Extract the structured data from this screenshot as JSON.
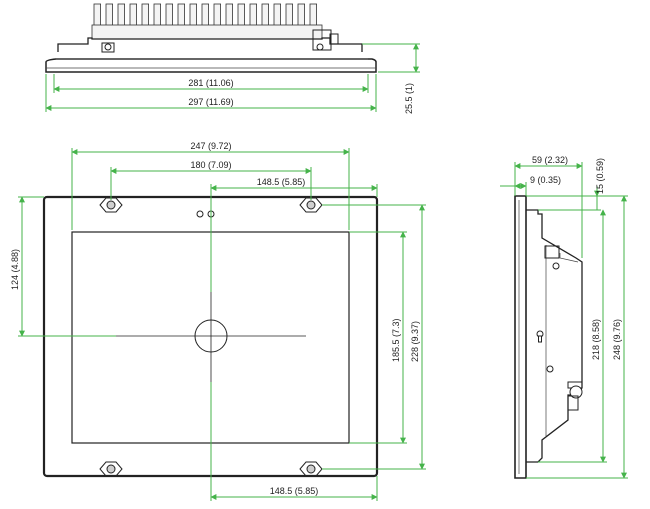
{
  "dimensions": {
    "top_inner_width": "281 (11.06)",
    "top_outer_width": "297 (11.69)",
    "top_height": "25.5 (1)",
    "front_width_247": "247 (9.72)",
    "front_width_180": "180 (7.09)",
    "front_width_148_top": "148.5 (5.85)",
    "front_height_124": "124 (4.88)",
    "front_height_185": "185.5 (7.3)",
    "front_height_228": "228 (9.37)",
    "front_width_148_bottom": "148.5 (5.85)",
    "side_depth_59": "59 (2.32)",
    "side_depth_9": "9 (0.35)",
    "side_15": "15 (0.59)",
    "side_height_218": "218 (8.58)",
    "side_height_248": "248 (9.76)"
  },
  "colors": {
    "dimension_line": "#45b34a",
    "outline": "#222222"
  }
}
